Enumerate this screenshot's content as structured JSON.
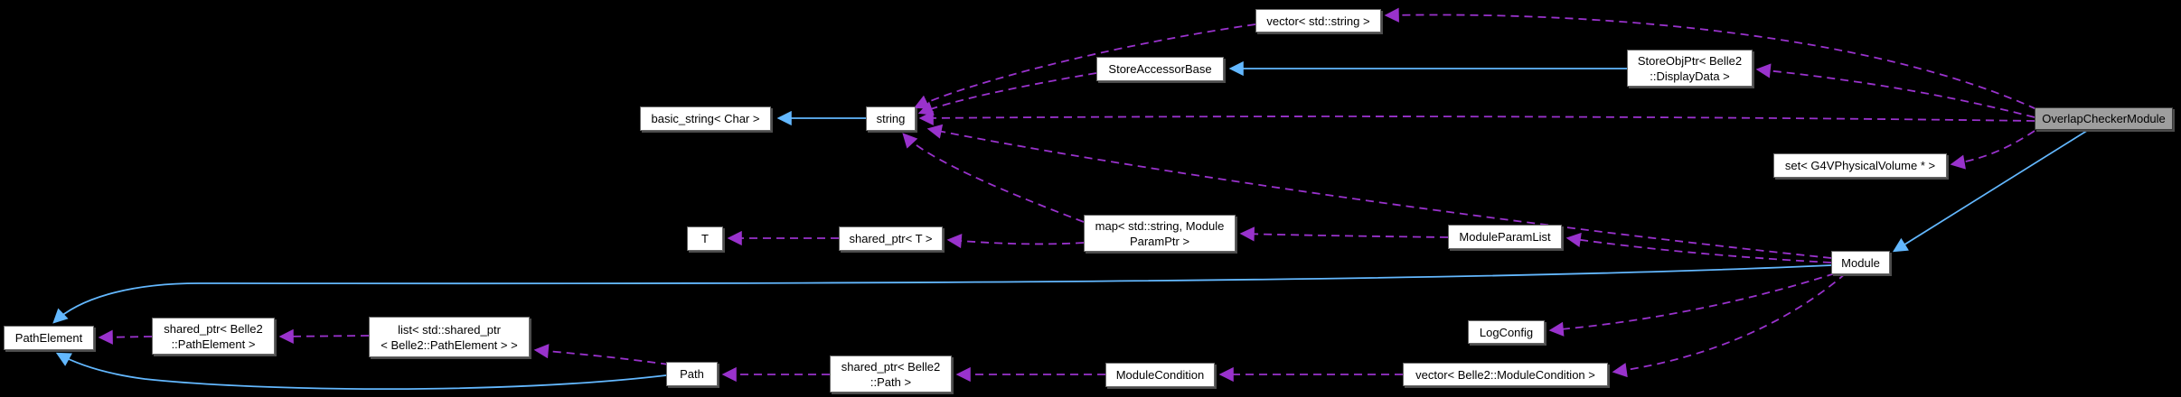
{
  "diagram": {
    "kind": "doxygen-collaboration-graph",
    "highlighted_node": "OverlapCheckerModule",
    "colors": {
      "background": "#000000",
      "node_fill": "#ffffff",
      "node_border": "#696969",
      "highlight_fill": "#9e9e9e",
      "inheritance_edge": "#63b8ff",
      "usage_edge": "#9932cc",
      "text": "#000000"
    },
    "nodes": [
      {
        "id": "vector-std-string",
        "label": "vector< std::string >"
      },
      {
        "id": "store-accessor-base",
        "label": "StoreAccessorBase"
      },
      {
        "id": "store-obj-ptr-display-data",
        "label": "StoreObjPtr< Belle2\n::DisplayData >"
      },
      {
        "id": "basic-string-char",
        "label": "basic_string< Char >"
      },
      {
        "id": "string",
        "label": "string"
      },
      {
        "id": "overlap-checker-module",
        "label": "OverlapCheckerModule"
      },
      {
        "id": "set-g4vphysicalvolume",
        "label": "set< G4VPhysicalVolume * >"
      },
      {
        "id": "t",
        "label": "T"
      },
      {
        "id": "shared-ptr-t",
        "label": "shared_ptr< T >"
      },
      {
        "id": "map-string-moduleparamptr",
        "label": "map< std::string, Module\nParamPtr >"
      },
      {
        "id": "module-param-list",
        "label": "ModuleParamList"
      },
      {
        "id": "module",
        "label": "Module"
      },
      {
        "id": "path-element",
        "label": "PathElement"
      },
      {
        "id": "shared-ptr-path-element",
        "label": "shared_ptr< Belle2\n::PathElement >"
      },
      {
        "id": "list-shared-ptr-path-element",
        "label": "list< std::shared_ptr\n< Belle2::PathElement > >"
      },
      {
        "id": "log-config",
        "label": "LogConfig"
      },
      {
        "id": "path",
        "label": "Path"
      },
      {
        "id": "shared-ptr-path",
        "label": "shared_ptr< Belle2\n::Path >"
      },
      {
        "id": "module-condition",
        "label": "ModuleCondition"
      },
      {
        "id": "vector-module-condition",
        "label": "vector< Belle2::ModuleCondition >"
      }
    ],
    "edges": [
      {
        "from": "string",
        "to": "basic-string-char",
        "type": "inheritance"
      },
      {
        "from": "store-obj-ptr-display-data",
        "to": "store-accessor-base",
        "type": "inheritance"
      },
      {
        "from": "overlap-checker-module",
        "to": "module",
        "type": "inheritance"
      },
      {
        "from": "module",
        "to": "path-element",
        "type": "inheritance"
      },
      {
        "from": "path",
        "to": "path-element",
        "type": "inheritance"
      },
      {
        "from": "overlap-checker-module",
        "to": "vector-std-string",
        "type": "usage"
      },
      {
        "from": "overlap-checker-module",
        "to": "store-obj-ptr-display-data",
        "type": "usage"
      },
      {
        "from": "overlap-checker-module",
        "to": "string",
        "type": "usage"
      },
      {
        "from": "overlap-checker-module",
        "to": "set-g4vphysicalvolume",
        "type": "usage"
      },
      {
        "from": "vector-std-string",
        "to": "string",
        "type": "usage"
      },
      {
        "from": "store-accessor-base",
        "to": "string",
        "type": "usage"
      },
      {
        "from": "module",
        "to": "string",
        "type": "usage"
      },
      {
        "from": "map-string-moduleparamptr",
        "to": "string",
        "type": "usage"
      },
      {
        "from": "map-string-moduleparamptr",
        "to": "shared-ptr-t",
        "type": "usage"
      },
      {
        "from": "shared-ptr-t",
        "to": "t",
        "type": "usage"
      },
      {
        "from": "module-param-list",
        "to": "map-string-moduleparamptr",
        "type": "usage"
      },
      {
        "from": "module",
        "to": "module-param-list",
        "type": "usage"
      },
      {
        "from": "module",
        "to": "log-config",
        "type": "usage"
      },
      {
        "from": "module",
        "to": "vector-module-condition",
        "type": "usage"
      },
      {
        "from": "vector-module-condition",
        "to": "module-condition",
        "type": "usage"
      },
      {
        "from": "module-condition",
        "to": "shared-ptr-path",
        "type": "usage"
      },
      {
        "from": "shared-ptr-path",
        "to": "path",
        "type": "usage"
      },
      {
        "from": "path",
        "to": "list-shared-ptr-path-element",
        "type": "usage"
      },
      {
        "from": "list-shared-ptr-path-element",
        "to": "shared-ptr-path-element",
        "type": "usage"
      },
      {
        "from": "shared-ptr-path-element",
        "to": "path-element",
        "type": "usage"
      }
    ]
  }
}
